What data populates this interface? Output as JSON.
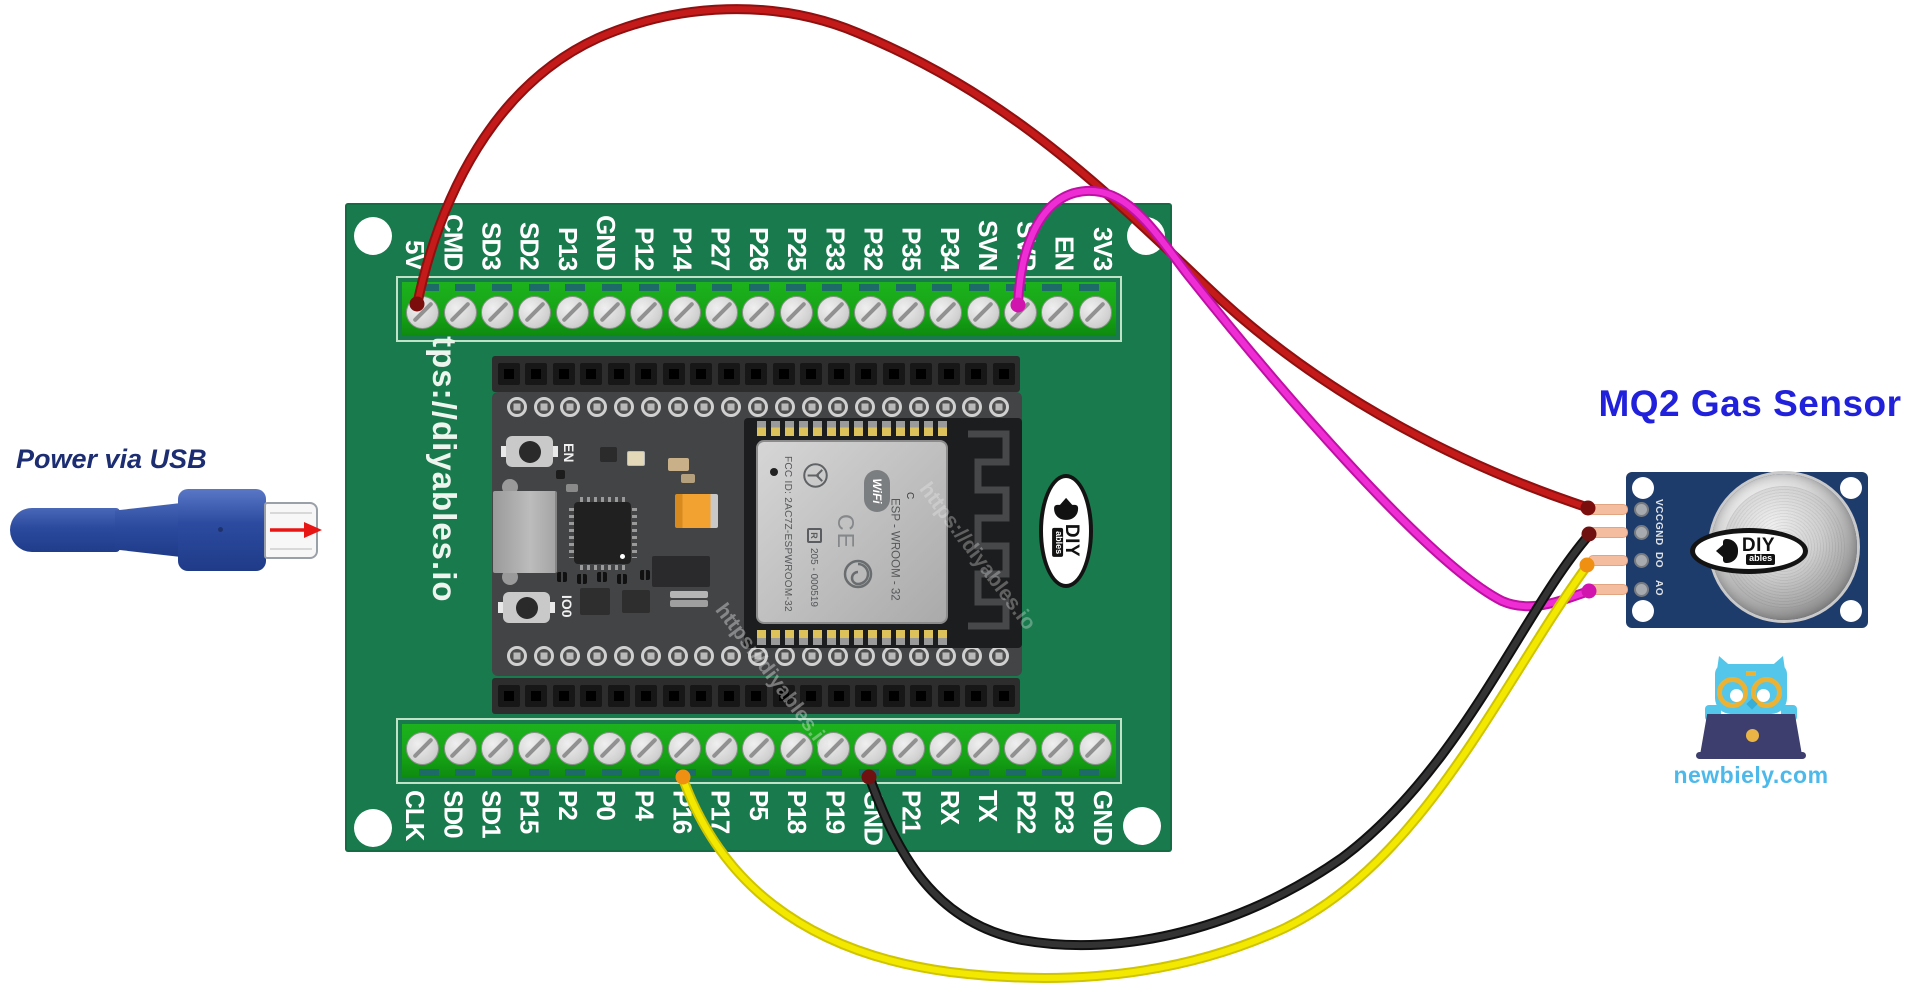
{
  "power": {
    "label": "Power via USB",
    "cable_color": "#2b4a9e",
    "arrow_color": "#e81515"
  },
  "expansion_board": {
    "side_text": "https://diyables.io",
    "watermark": "https://diyables.io",
    "board_color": "#187a4d",
    "terminal_color": "#16a316",
    "top_pins": [
      "5V",
      "CMD",
      "SD3",
      "SD2",
      "P13",
      "GND",
      "P12",
      "P14",
      "P27",
      "P26",
      "P25",
      "P33",
      "P32",
      "P35",
      "P34",
      "SVN",
      "SVP",
      "EN",
      "3V3"
    ],
    "bottom_pins": [
      "CLK",
      "SD0",
      "SD1",
      "P15",
      "P2",
      "P0",
      "P4",
      "P16",
      "P17",
      "P5",
      "P18",
      "P19",
      "GND",
      "P21",
      "RX",
      "TX",
      "P22",
      "P23",
      "GND"
    ]
  },
  "esp32": {
    "en_label": "EN",
    "boot_label": "IO0",
    "module": {
      "fcc_text": "FCC ID: 2AC7Z-ESPWROOM-32",
      "serial_text": "205 - 000519",
      "name_text": "ESP - WROOM - 32",
      "wifi_text": "WiFi",
      "ce_text": "CE",
      "registered_text": "R",
      "c_text": "C"
    }
  },
  "diyables_logo": {
    "brand": "DIY",
    "sub": "ables"
  },
  "mq2": {
    "title": "MQ2 Gas Sensor",
    "title_color": "#2121db",
    "board_color": "#1e3c6b",
    "pins": [
      "VCC",
      "GND",
      "DO",
      "AO"
    ]
  },
  "newbiely": {
    "site": "newbiely.com",
    "text_color": "#4cb9ea"
  },
  "wires": [
    {
      "id": "red",
      "from": "5V",
      "to": "VCC",
      "edge": "#8f1010",
      "core": "#c41a1a",
      "sheen": "#e23535",
      "tip": "#7c0d0d"
    },
    {
      "id": "magenta",
      "from": "SVP",
      "to": "AO",
      "edge": "#bf10a4",
      "core": "#ee2ed4",
      "sheen": "#ff7ae8",
      "tip": "#d214ae"
    },
    {
      "id": "black",
      "from": "GND",
      "to": "GND",
      "edge": "#101010",
      "core": "#333333",
      "sheen": "#545454",
      "tip": "#6f1111"
    },
    {
      "id": "yellow",
      "from": "P16",
      "to": "DO",
      "edge": "#cfc400",
      "core": "#f2e800",
      "sheen": "#fff95e",
      "tip": "#ef9012"
    }
  ]
}
